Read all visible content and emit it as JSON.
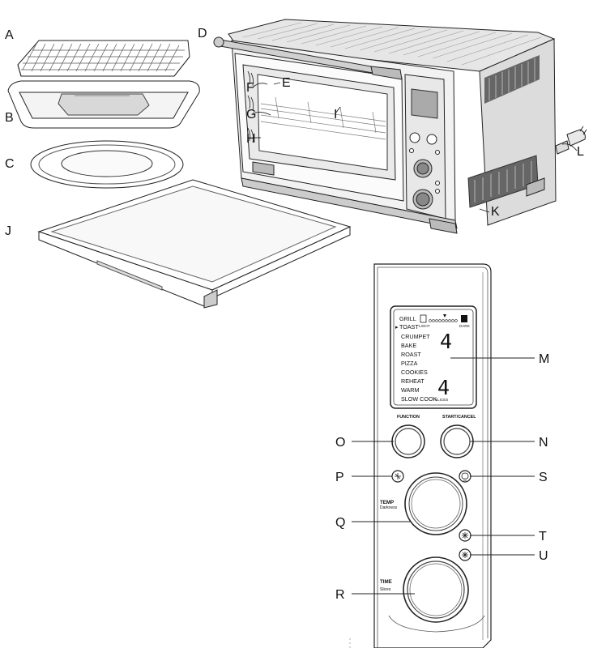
{
  "callouts": {
    "A": "A",
    "B": "B",
    "C": "C",
    "D": "D",
    "E": "E",
    "F": "F",
    "G": "G",
    "H": "H",
    "I": "I",
    "J": "J",
    "K": "K",
    "L": "L",
    "M": "M",
    "N": "N",
    "O": "O",
    "P": "P",
    "Q": "Q",
    "R": "R",
    "S": "S",
    "T": "T",
    "U": "U"
  },
  "display": {
    "functions": [
      "GRILL",
      "TOAST",
      "CRUMPET",
      "BAKE",
      "ROAST",
      "PIZZA",
      "COOKIES",
      "REHEAT",
      "WARM",
      "SLOW COOK"
    ],
    "selected_function": "TOAST",
    "shade_light": "LIGHT",
    "shade_dark": "DARK",
    "darkness_value": "4",
    "slices_value": "4",
    "slices_unit": "SLICES"
  },
  "panel": {
    "function_button": "FUNCTION",
    "start_cancel_button": "START/CANCEL",
    "temp_knob_title": "TEMP",
    "temp_knob_sub": "Darkness",
    "time_knob_title": "TIME",
    "time_knob_sub": "Slices"
  }
}
